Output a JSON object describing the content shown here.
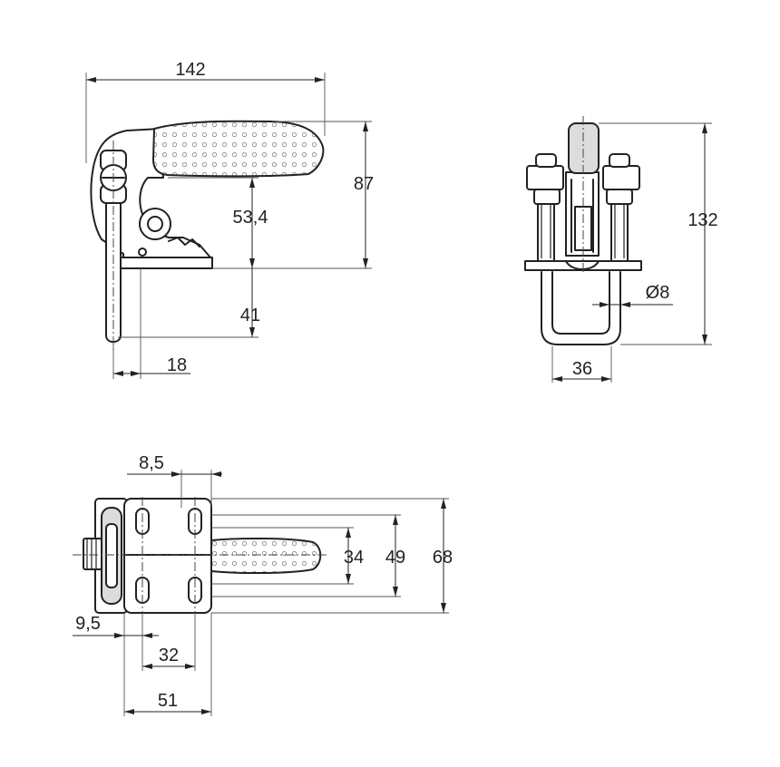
{
  "drawing": {
    "side_view": {
      "overall_length": "142",
      "overall_height": "87",
      "pivot_height": "53,4",
      "bolt_below_base": "41",
      "bolt_offset": "18"
    },
    "end_view": {
      "overall_height": "132",
      "bolt_diameter": "Ø8",
      "bolt_spacing": "36"
    },
    "top_view": {
      "slot_width": "8,5",
      "inner_hole_spacing": "34",
      "outer_hole_spacing": "49",
      "base_width": "68",
      "offset": "9,5",
      "hole_pitch": "32",
      "base_length": "51"
    }
  }
}
